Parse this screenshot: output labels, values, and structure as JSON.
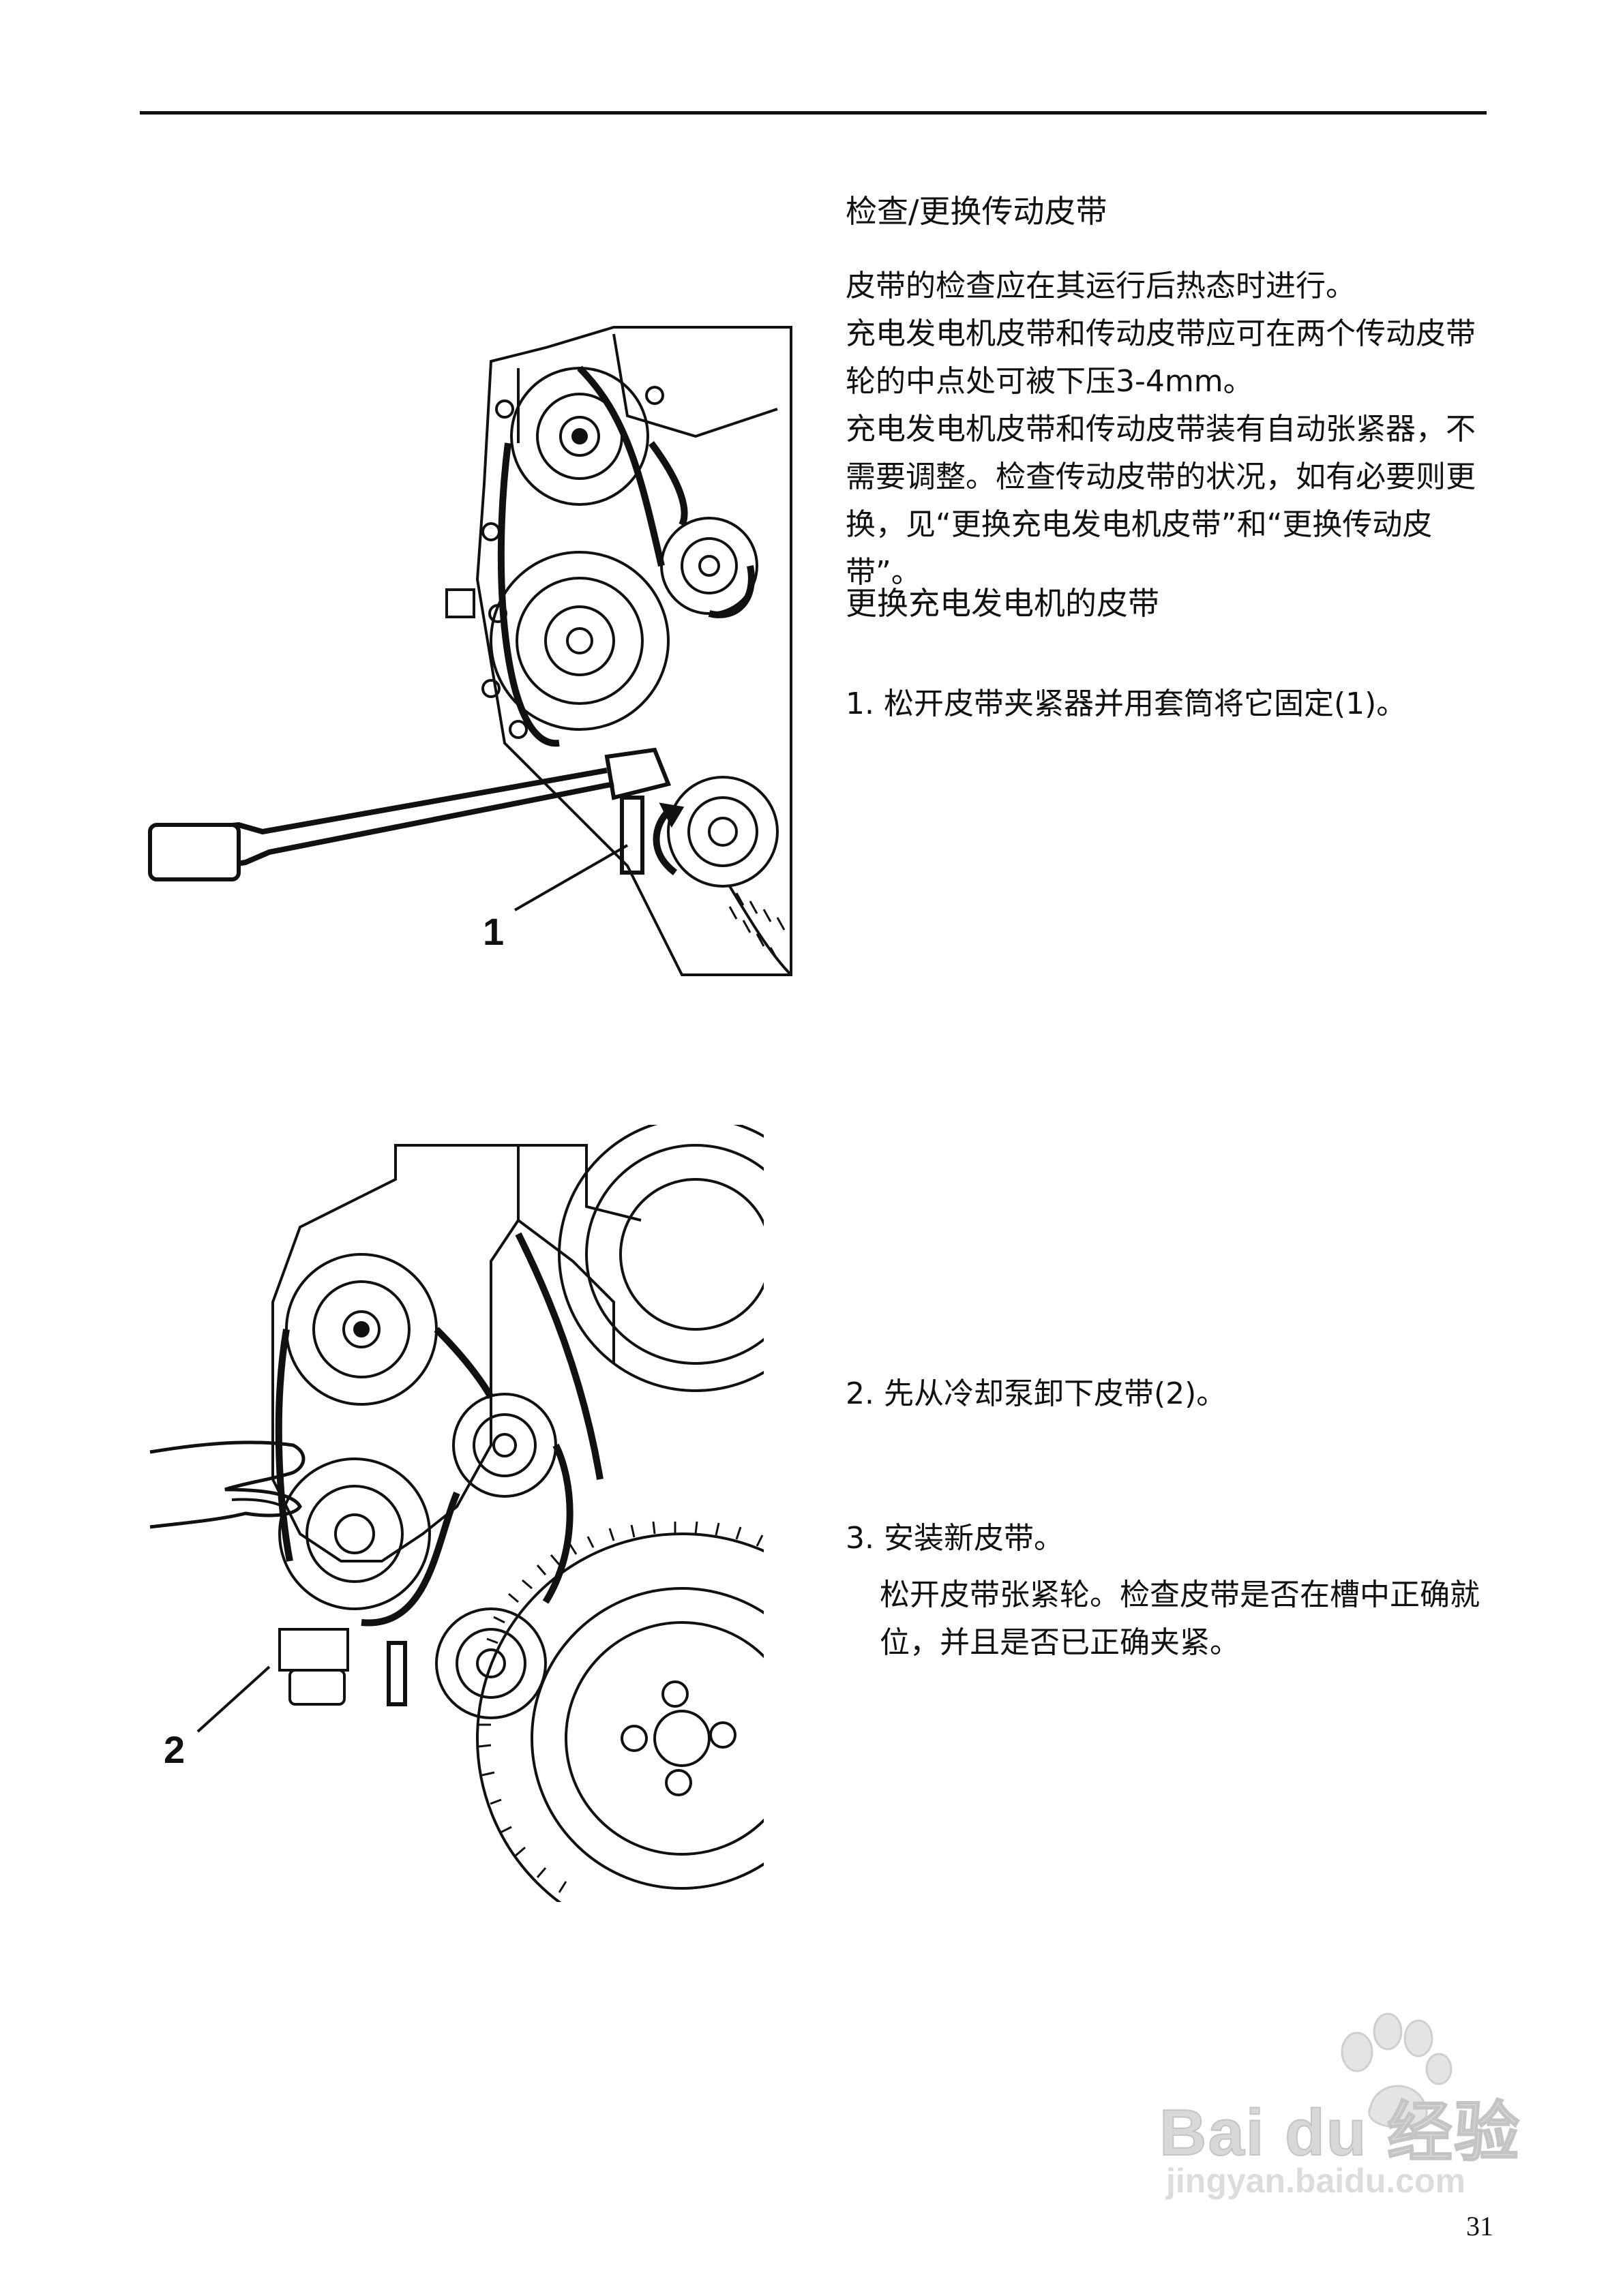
{
  "section1": {
    "title": "检查/更换传动皮带",
    "paragraphs": [
      "皮带的检查应在其运行后热态时进行。",
      "充电发电机皮带和传动皮带应可在两个传动皮带轮的中点处可被下压3-4mm。",
      "充电发电机皮带和传动皮带装有自动张紧器，不需要调整。检查传动皮带的状况，如有必要则更换，见“更换充电发电机皮带”和“更换传动皮带”。"
    ]
  },
  "section2": {
    "title": "更换充电发电机的皮带",
    "steps": [
      {
        "num": "1.",
        "text": "松开皮带夹紧器并用套筒将它固定(1)。"
      },
      {
        "num": "2.",
        "text": "先从冷却泵卸下皮带(2)。"
      },
      {
        "num": "3.",
        "text": "安装新皮带。",
        "detail": "松开皮带张紧轮。检查皮带是否在槽中正确就位，并且是否已正确夹紧。"
      }
    ]
  },
  "figures": {
    "fig1_callout": "1",
    "fig2_callout": "2"
  },
  "page_number": "31",
  "watermark": {
    "brand": "Bai du 经验",
    "url": "jingyan.baidu.com"
  }
}
